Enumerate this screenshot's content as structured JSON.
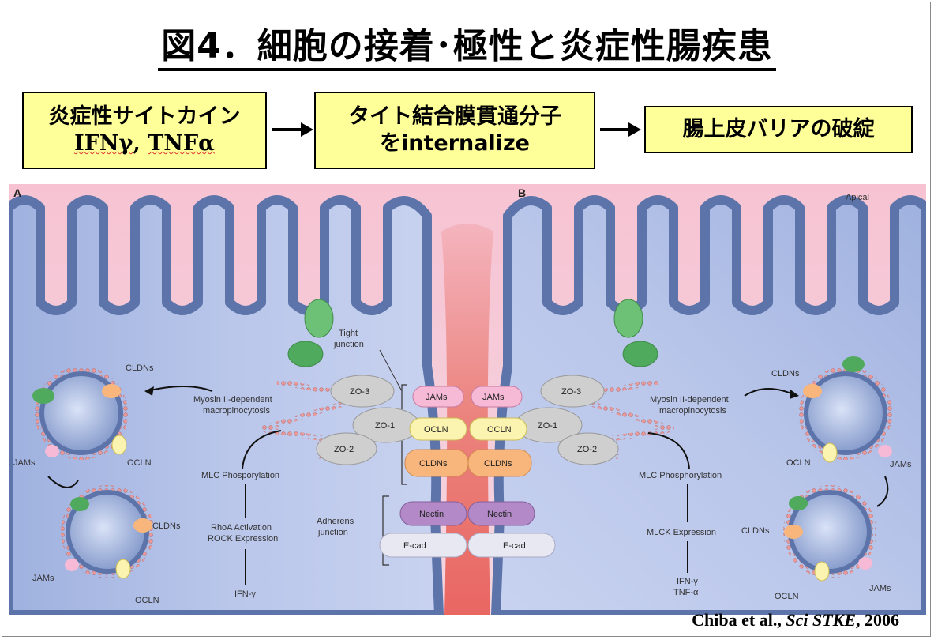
{
  "title": "図4．細胞の接着･極性と炎症性腸疾患",
  "flow": {
    "box1_line1": "炎症性サイトカイン",
    "box1_line2a": "IFNγ",
    "box1_line2b": ", ",
    "box1_line2c": "TNFα",
    "box2_line1": "タイト結合膜貫通分子",
    "box2_line2": "をinternalize",
    "box3": "腸上皮バリアの破綻"
  },
  "figure": {
    "panel_a": "A",
    "panel_b": "B",
    "apical": "Apical",
    "tight_junction_1": "Tight",
    "tight_junction_2": "junction",
    "adherens_1": "Adherens",
    "adherens_2": "junction",
    "zo3": "ZO-3",
    "zo1": "ZO-1",
    "zo2": "ZO-2",
    "jams": "JAMs",
    "ocln": "OCLN",
    "cldns": "CLDNs",
    "nectin": "Nectin",
    "ecad": "E-cad",
    "myosin_1": "Myosin II-dependent",
    "myosin_2": "macropinocytosis",
    "a_mlc": "MLC Phosporylation",
    "a_rhoa": "RhoA Activation",
    "a_rock": "ROCK Expression",
    "a_ifn": "IFN-γ",
    "b_mlc": "MLC Phosphorylation",
    "b_mlck": "MLCK Expression",
    "b_ifn": "IFN-γ",
    "b_tnf": "TNF-α"
  },
  "citation": {
    "authors": "Chiba et al., ",
    "journal": "Sci STKE",
    "year": ", 2006"
  },
  "colors": {
    "box_fill": "#ffff99",
    "membrane": "#6f86b8",
    "cytoplasm": "#a9b8e2",
    "lumen": "#f6c7d6",
    "paracellular": "#e8706a"
  }
}
